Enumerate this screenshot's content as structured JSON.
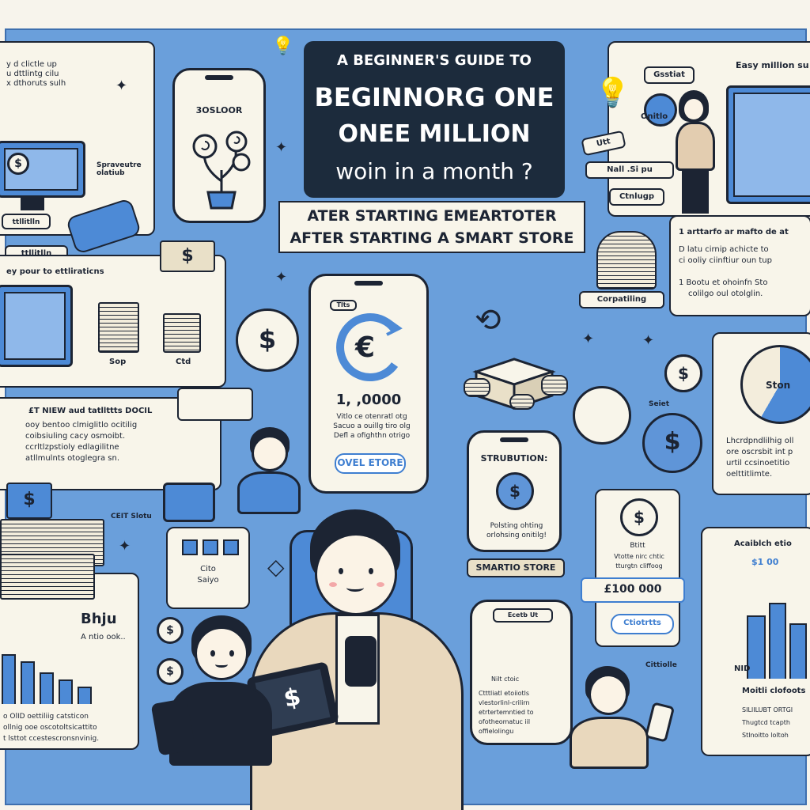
{
  "title": {
    "line1": "A BEGINNER'S GUIDE TO",
    "line2": "BEGINNORG ONE",
    "line3": "ONEE MILLION",
    "line4": "woin in a month ?"
  },
  "subtitle": {
    "line1": "ATER STARTING EMEARTOTER",
    "line2": "AFTER STARTING A SMART STORE"
  },
  "left_top": {
    "text": "y d clictle up\nu dttlintg cilu\nx dthoruts sulh",
    "monitor_label": "ttllitlln",
    "side_text": "Spraveutre\nolatiub",
    "coin_symbol": "$"
  },
  "phone_top": {
    "label": "3OSLOOR"
  },
  "right_top": {
    "title": "Easy million su",
    "tags": [
      "Gsstiat",
      "Utt",
      "Nall .Si pu",
      "Ctnlugp"
    ],
    "list": [
      "1 arttarfo ar mafto de at",
      "D latu cirnip achicte to",
      "ci ooliy ciinftiur oun tup",
      "1 Bootu et ohoinfn Sto",
      "colilgo oul otolglin."
    ]
  },
  "left_mid": {
    "heading": "ey pour to ettliraticns",
    "labels": [
      "Sop",
      "Ctd"
    ],
    "bill_symbol": "$"
  },
  "left_lower": {
    "heading": "£T NIEW aud tatllttts DOCIL",
    "lines": [
      "ooy bentoo clmiglitlo ocitilig",
      "coibsiuling cacy osmoibt.",
      "ccrltlzpstioly edlagilitne",
      "atllmulnts otoglegra sn."
    ]
  },
  "center_phone": {
    "badge": "Tlts",
    "amount": "1, ,0000",
    "lines": [
      "Vitlo ce otenratl otg",
      "Sacuo a ouillg tiro olg",
      "Defl a ofighthn otrigo"
    ],
    "button": "OVEL ETORE"
  },
  "strategy_phone": {
    "title": "STRUBUTION:",
    "lines": [
      "Polsting ohting",
      "orlohsing onitilg!"
    ]
  },
  "smart_store_tag": "SMARTIO STORE",
  "stock_label": "Corpatiling",
  "right_mid": {
    "pie_label": "Ston",
    "lines": [
      "Lhcrdpndlilhig oll",
      "ore oscrsbit int p",
      "urtil ccsinoetitio",
      "oelttitlimte."
    ]
  },
  "center_right_card": {
    "top_label": "Btitt",
    "lines": [
      "Vtotte nirc chtic",
      "tturgtn cliffoog"
    ],
    "amount": "£100 000",
    "button": "Ctiotrtts"
  },
  "phone_bottom_right": {
    "top": "Ecetb Ut",
    "lines": [
      "Nilt ctoic",
      "Ctttliatl etoiiotls",
      "vlestorlinl-crilirn",
      "etrtertemntied to",
      "ofotheomatuc iil",
      "offielolingu"
    ]
  },
  "right_bottom": {
    "title": "Acaiblch etio",
    "amount": "$1 00",
    "tag": "NID",
    "footer": "Moitli clofoots",
    "lines": [
      "SILIILUBT ORTGI",
      "Thugtcd tcapth",
      "Stlnoitto loltoh"
    ]
  },
  "left_bottom": {
    "brand": "Bhju",
    "sub": "A ntio ook..",
    "lines": [
      "o OlID oettiliig catsticon",
      "ollnig ooe oscotoltsicattito",
      "t lsttot ccestescronsnvinig."
    ]
  },
  "mid_bottom_card": {
    "labels": [
      "Cito",
      "Saiyo"
    ]
  },
  "misc_labels": {
    "chart_left": "CEIT Slotu",
    "float_1": "Onitlo",
    "float_2": "Cittiolle",
    "float_3": "Seiet"
  },
  "colors": {
    "background": "#6a9fdb",
    "card": "#f8f5ea",
    "ink": "#1c2433",
    "accent": "#4d8ad6",
    "title_bg": "#1c2b3c"
  }
}
